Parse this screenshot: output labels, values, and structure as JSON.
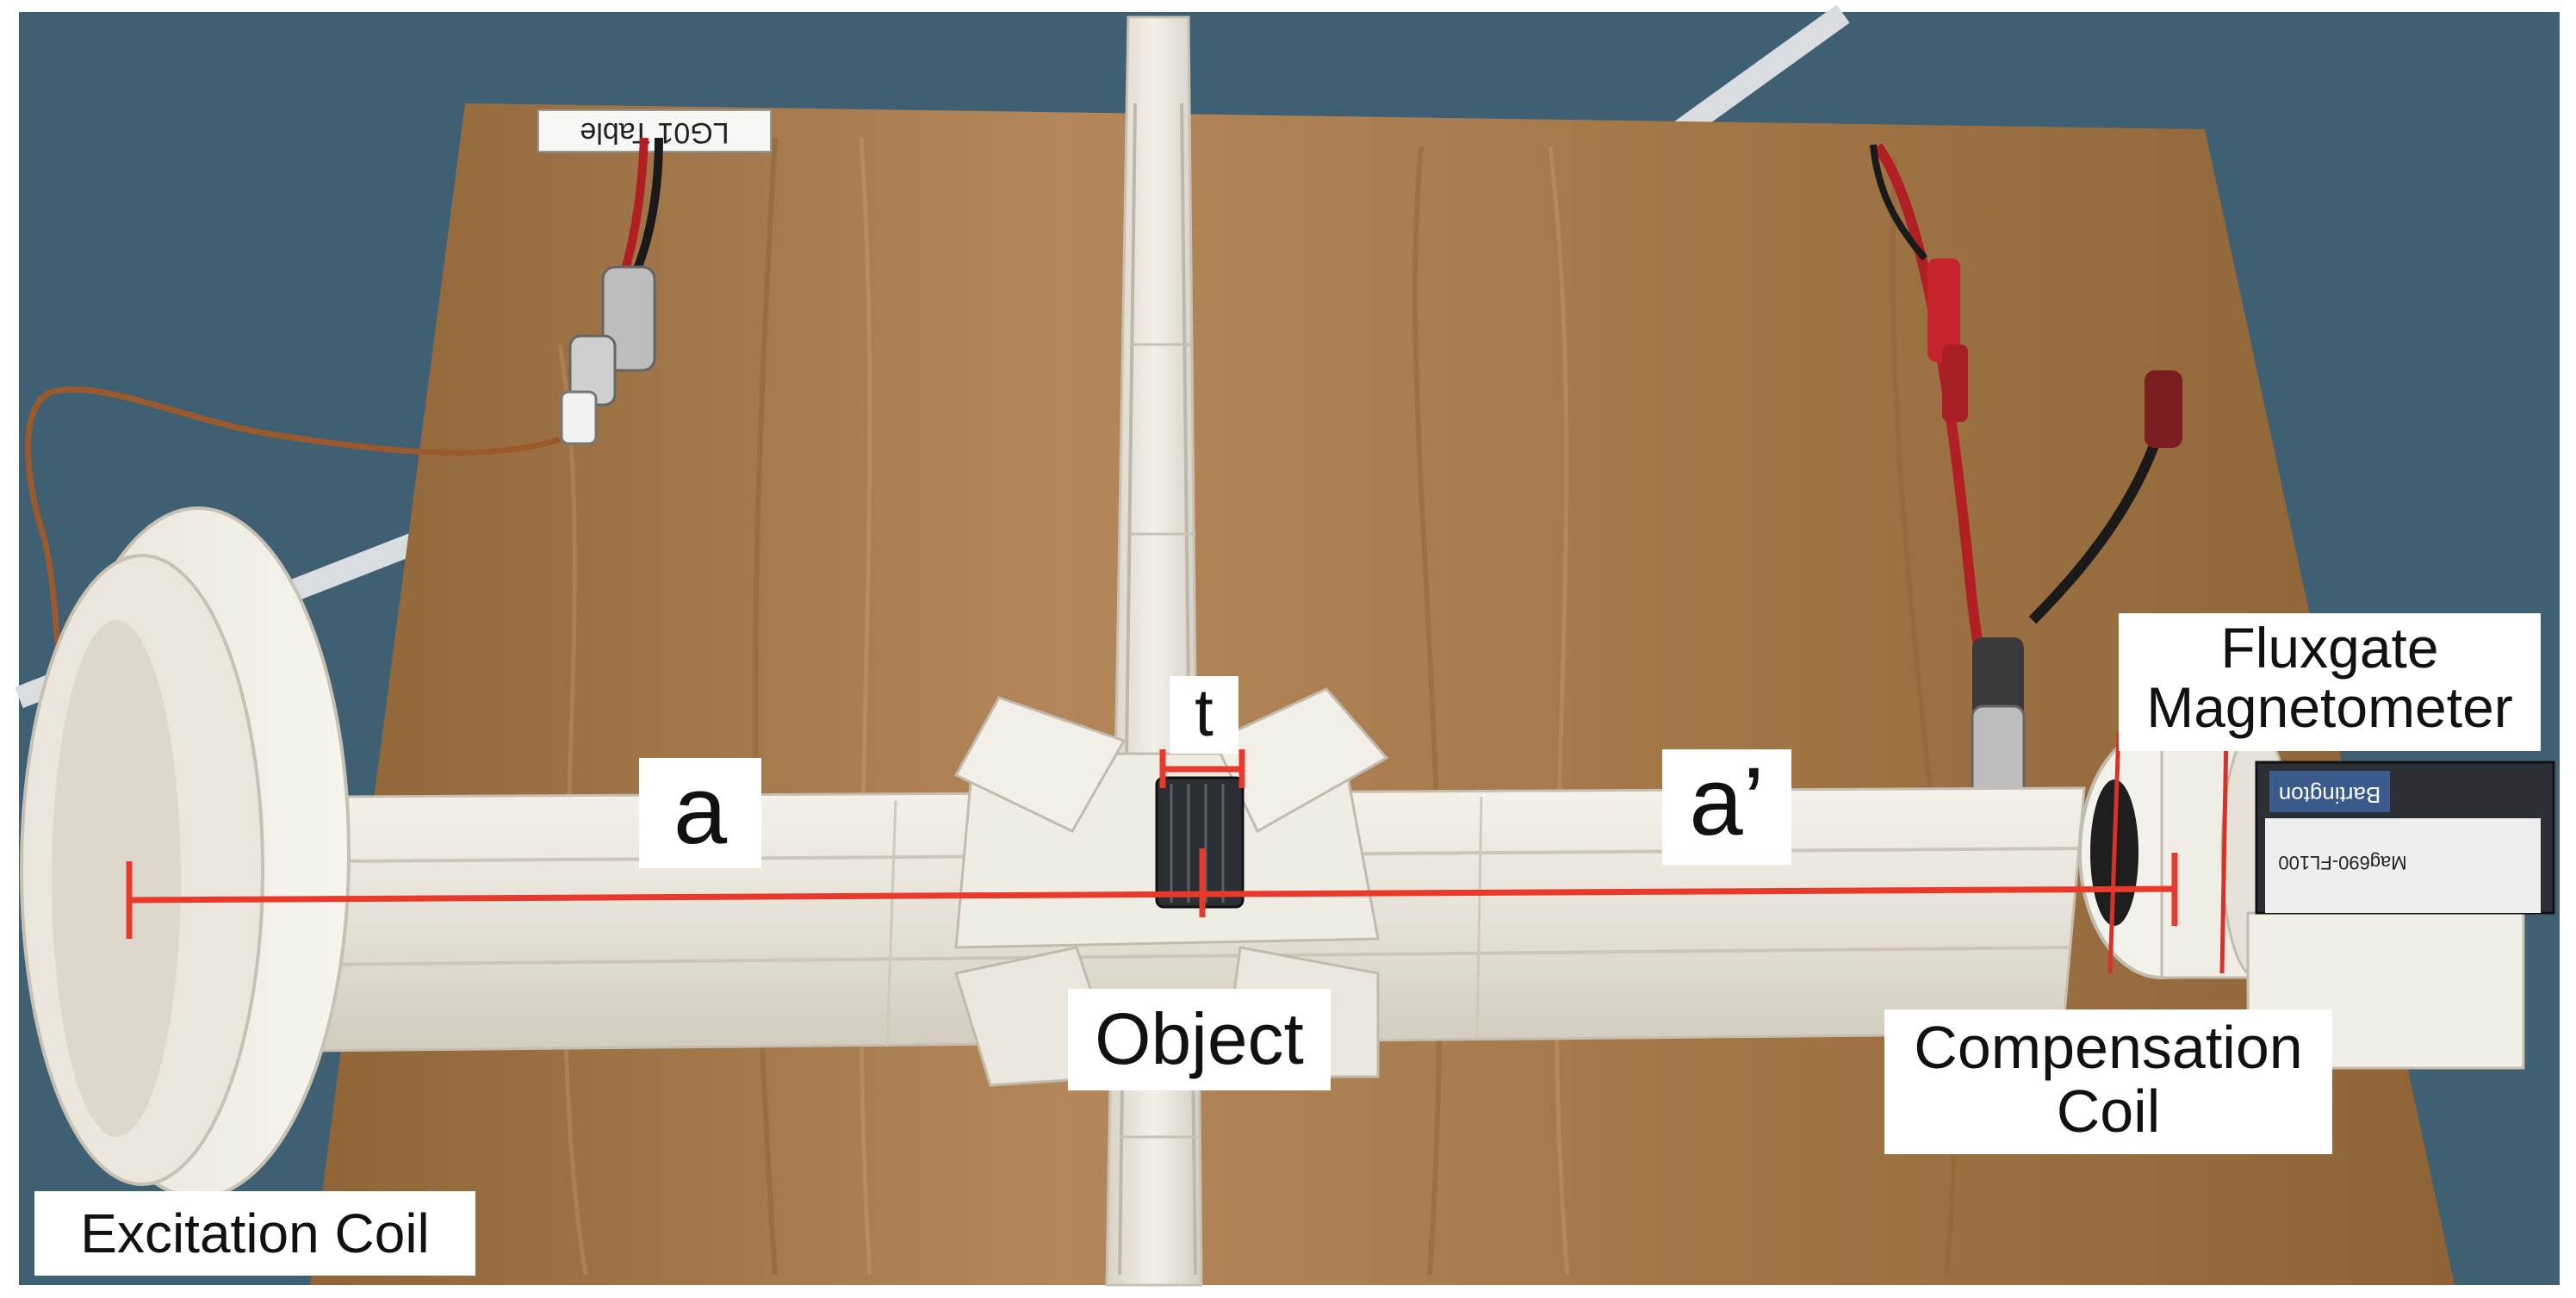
{
  "labels": {
    "excitation_coil": "Excitation Coil",
    "object": "Object",
    "compensation_coil_line1": "Compensation",
    "compensation_coil_line2": "Coil",
    "fluxgate_line1": "Fluxgate",
    "fluxgate_line2": "Magnetometer",
    "distance_a": "a",
    "distance_a_prime": "a’",
    "thickness_t": "t"
  },
  "props": {
    "table_tag": "LG01 Table",
    "sensor_brand": "Bartington",
    "sensor_model": "Mag690-FL100"
  },
  "colors": {
    "measure_line": "#e8392b",
    "background_carpet": "#3f5f73",
    "table_wood": "#a77b4a",
    "plastic_rail": "#ece8df",
    "label_bg": "#ffffff"
  }
}
